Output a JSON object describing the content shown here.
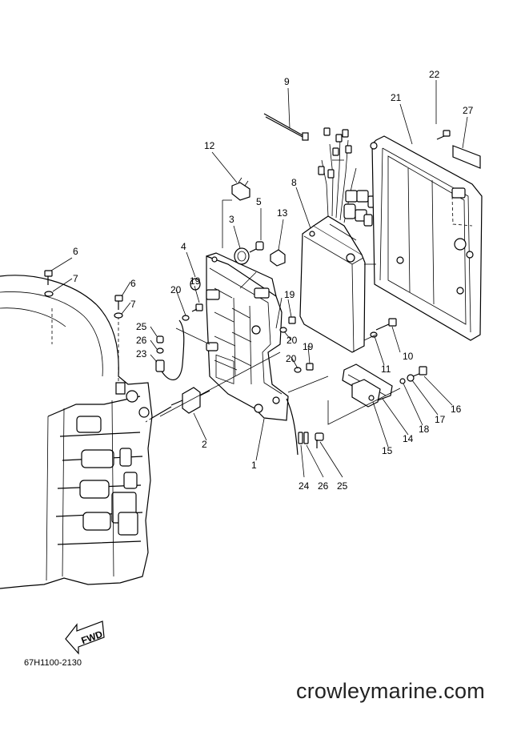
{
  "diagram_code": "67H1100-2130",
  "watermark": "crowleymarine.com",
  "fwd_label": "FWD",
  "callouts": [
    {
      "id": "c9",
      "text": "9"
    },
    {
      "id": "c22",
      "text": "22"
    },
    {
      "id": "c21",
      "text": "21"
    },
    {
      "id": "c27",
      "text": "27"
    },
    {
      "id": "c12",
      "text": "12"
    },
    {
      "id": "c8",
      "text": "8"
    },
    {
      "id": "c3",
      "text": "3"
    },
    {
      "id": "c5",
      "text": "5"
    },
    {
      "id": "c13",
      "text": "13"
    },
    {
      "id": "c4",
      "text": "4"
    },
    {
      "id": "c6a",
      "text": "6"
    },
    {
      "id": "c7a",
      "text": "7"
    },
    {
      "id": "c6b",
      "text": "6"
    },
    {
      "id": "c7b",
      "text": "7"
    },
    {
      "id": "c20a",
      "text": "20"
    },
    {
      "id": "c19a",
      "text": "19"
    },
    {
      "id": "c19b",
      "text": "19"
    },
    {
      "id": "c20b",
      "text": "20"
    },
    {
      "id": "c25a",
      "text": "25"
    },
    {
      "id": "c26a",
      "text": "26"
    },
    {
      "id": "c23",
      "text": "23"
    },
    {
      "id": "c19c",
      "text": "19"
    },
    {
      "id": "c20c",
      "text": "20"
    },
    {
      "id": "c10",
      "text": "10"
    },
    {
      "id": "c11",
      "text": "11"
    },
    {
      "id": "c16",
      "text": "16"
    },
    {
      "id": "c17",
      "text": "17"
    },
    {
      "id": "c18",
      "text": "18"
    },
    {
      "id": "c14",
      "text": "14"
    },
    {
      "id": "c15",
      "text": "15"
    },
    {
      "id": "c2",
      "text": "2"
    },
    {
      "id": "c1",
      "text": "1"
    },
    {
      "id": "c24",
      "text": "24"
    },
    {
      "id": "c26b",
      "text": "26"
    },
    {
      "id": "c25b",
      "text": "25"
    }
  ]
}
